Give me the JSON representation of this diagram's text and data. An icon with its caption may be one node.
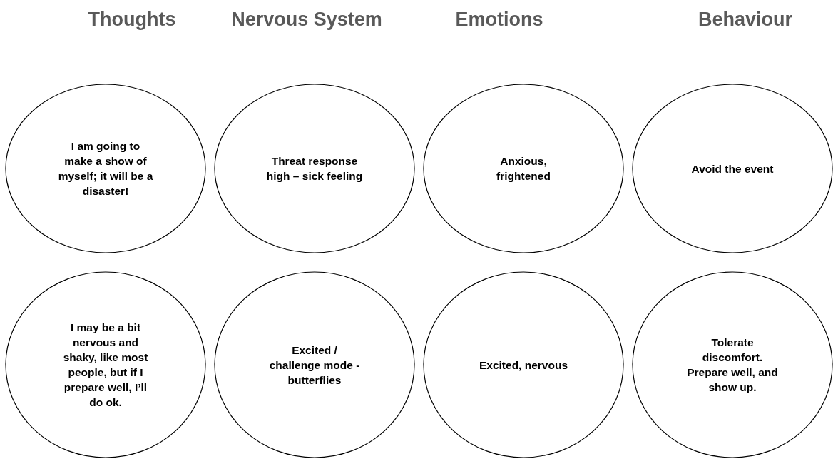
{
  "diagram": {
    "nodes": [
      {
        "text": [
          "I am going to make a show of myself; it will be a disaster!"
        ]
      },
      {
        "text": [
          "Threat response high – sick feeling"
        ]
      },
      {
        "text": [
          "Anxious, frightened"
        ]
      },
      {
        "text": [
          "Avoid the event"
        ]
      },
      {
        "text": [
          "I may be a bit nervous and shaky, like most people, but if I prepare well, I’ll do ok."
        ]
      },
      {
        "text": [
          "Excited / challenge mode - butterflies"
        ]
      },
      {
        "text": [
          "Excited, nervous"
        ]
      },
      {
        "text": [
          "Tolerate discomfort. Prepare well, and show up."
        ]
      }
    ],
    "edges": [],
    "labels": [
      "Thoughts",
      "Nervous System",
      "Emotions",
      "Behaviour"
    ]
  }
}
